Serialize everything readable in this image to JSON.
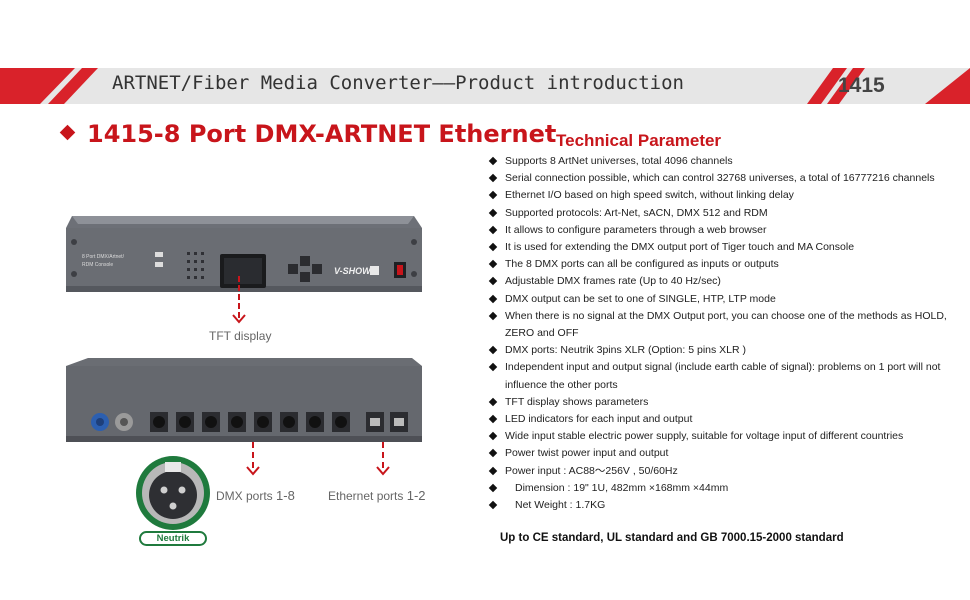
{
  "banner": {
    "title": "ARTNET/Fiber Media Converter——Product introduction",
    "model": "1415",
    "accent_color": "#d9222a"
  },
  "product": {
    "heading": "1415-8 Port DMX-ARTNET Ethernet"
  },
  "front_panel": {
    "label_text": "8 Port DMX/Artnet/ RDM Console",
    "brand": "V-SHOW",
    "callout": "TFT display"
  },
  "rear_panel": {
    "dmx_callout_prefix": "DMX ports ",
    "dmx_callout_range": "1-8",
    "eth_callout_prefix": "Ethernet ports ",
    "eth_callout_range": "1-2",
    "connector_brand": "Neutrik"
  },
  "tech": {
    "title": "Technical Parameter",
    "items": [
      "Supports 8 ArtNet universes, total 4096 channels",
      "Serial connection possible, which can control 32768 universes, a total of 16777216 channels",
      "Ethernet I/O based on high speed switch, without linking delay",
      "Supported protocols: Art-Net, sACN, DMX 512 and RDM",
      "It allows to configure parameters through a web browser",
      "It is used for extending the DMX output port of Tiger touch and MA Console",
      "The 8 DMX ports can all be configured as inputs or outputs",
      "Adjustable DMX frames rate (Up to 40 Hz/sec)",
      "DMX output can be set to one of SINGLE, HTP, LTP mode",
      "When there is no signal at the DMX Output port, you can choose one of the methods as HOLD, ZERO and OFF",
      "DMX ports: Neutrik 3pins XLR (Option: 5 pins XLR )",
      "Independent input and output signal (include earth cable of signal): problems on 1 port will not influence the other ports",
      "TFT display shows parameters",
      "LED indicators for each input and output",
      "Wide input stable electric power supply, suitable for voltage input of different countries",
      "Power twist power input and output",
      "Power input : AC88～256V , 50/60Hz",
      "Dimension : 19\" 1U, 482mm ×168mm ×44mm",
      "Net Weight : 1.7KG"
    ],
    "standard": "Up to CE standard, UL standard and GB 7000.15-2000 standard"
  }
}
